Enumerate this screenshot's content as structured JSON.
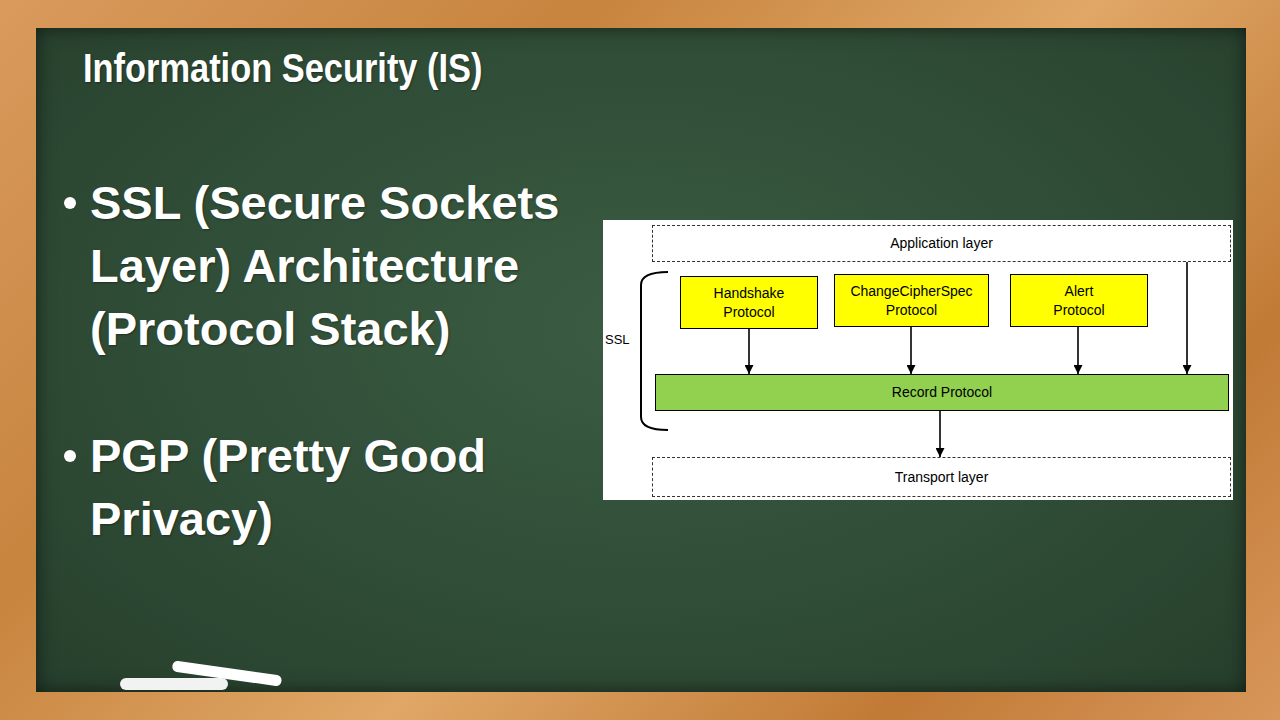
{
  "diagram": {
    "title": "Information Security (IS)",
    "nodes": [
      {
        "text": [
          "Application layer"
        ]
      },
      {
        "text": [
          "Handshake Protocol"
        ]
      },
      {
        "text": [
          "ChangeCipherSpec Protocol"
        ]
      },
      {
        "text": [
          "Alert Protocol"
        ]
      },
      {
        "text": [
          "Record Protocol"
        ]
      },
      {
        "text": [
          "Transport layer"
        ]
      }
    ],
    "edges": [
      {
        "from": 1,
        "to": 4,
        "arrow": "to"
      },
      {
        "from": 2,
        "to": 4,
        "arrow": "to"
      },
      {
        "from": 3,
        "to": 4,
        "arrow": "to"
      },
      {
        "from": 0,
        "to": 4,
        "arrow": "to"
      },
      {
        "from": 4,
        "to": 5,
        "arrow": "to"
      }
    ],
    "labels": [
      "SSL (Secure Sockets Layer) Architecture (Protocol Stack)",
      "PGP (Pretty Good Privacy)",
      "SSL"
    ]
  }
}
